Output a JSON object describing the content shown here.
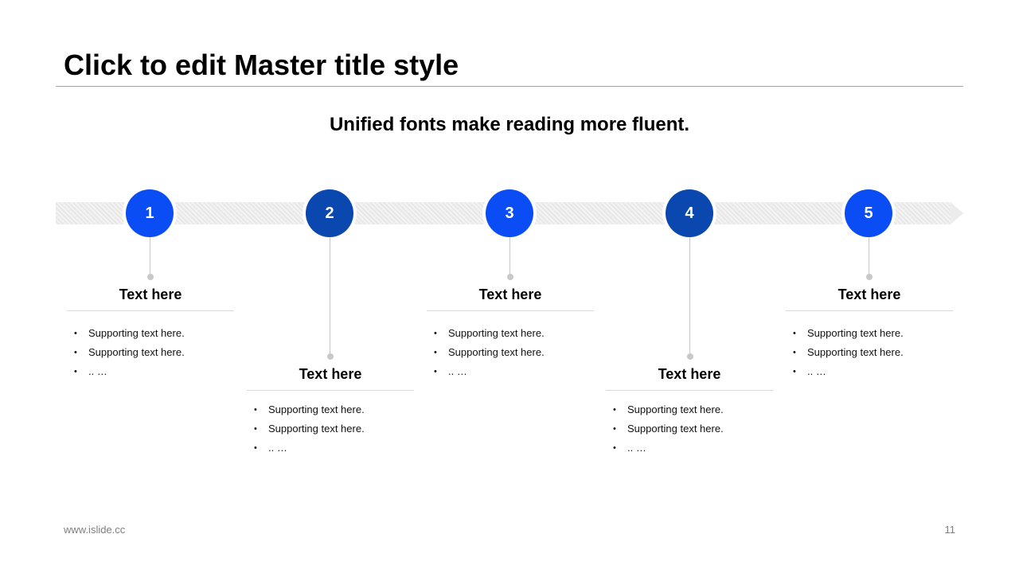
{
  "title": "Click to edit Master title style",
  "subtitle": "Unified fonts make reading more fluent.",
  "colors": {
    "bright_blue": "#0A4DF5",
    "dark_blue": "#0A47AE",
    "band": "#ececec",
    "connector": "#c8c8c8"
  },
  "steps": [
    {
      "number": "1",
      "title": "Text here",
      "bullets": [
        "Supporting text here.",
        "Supporting text here.",
        ".. …"
      ]
    },
    {
      "number": "2",
      "title": "Text here",
      "bullets": [
        "Supporting text here.",
        "Supporting text here.",
        ".. …"
      ]
    },
    {
      "number": "3",
      "title": "Text here",
      "bullets": [
        "Supporting text here.",
        "Supporting text here.",
        ".. …"
      ]
    },
    {
      "number": "4",
      "title": "Text here",
      "bullets": [
        "Supporting text here.",
        "Supporting text here.",
        ".. …"
      ]
    },
    {
      "number": "5",
      "title": "Text here",
      "bullets": [
        "Supporting text here.",
        "Supporting text here.",
        ".. …"
      ]
    }
  ],
  "footer": {
    "url": "www.islide.cc",
    "page_number": "11"
  }
}
